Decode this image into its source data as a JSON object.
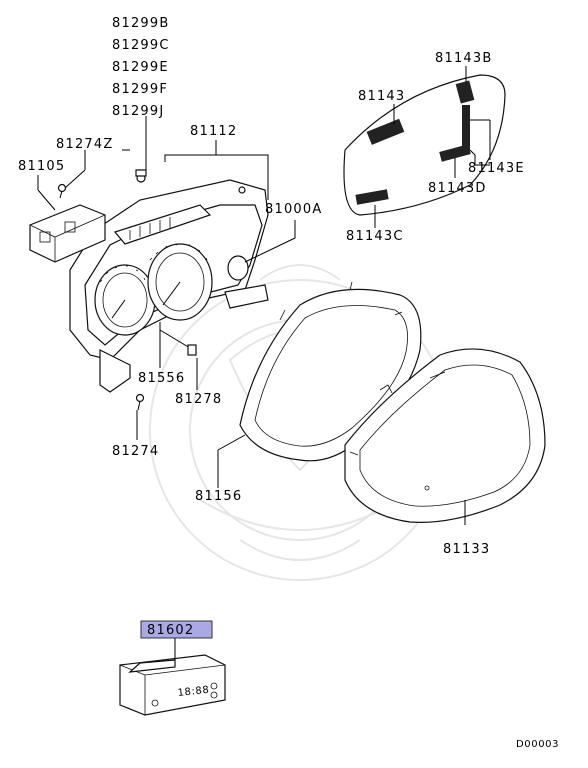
{
  "labels": {
    "p81299B": "81299B",
    "p81299C": "81299C",
    "p81299E": "81299E",
    "p81299F": "81299F",
    "p81299J": "81299J",
    "p81112": "81112",
    "p81274Z": "81274Z",
    "p81105": "81105",
    "p81000A": "81000A",
    "p81556": "81556",
    "p81278": "81278",
    "p81274": "81274",
    "p81156": "81156",
    "p81143": "81143",
    "p81143B": "81143B",
    "p81143E": "81143E",
    "p81143D": "81143D",
    "p81143C": "81143C",
    "p81133": "81133",
    "p81602": "81602"
  },
  "clock_display": "18:88",
  "diagram_code": "D00003",
  "highlight_color": "#a9a9e6"
}
